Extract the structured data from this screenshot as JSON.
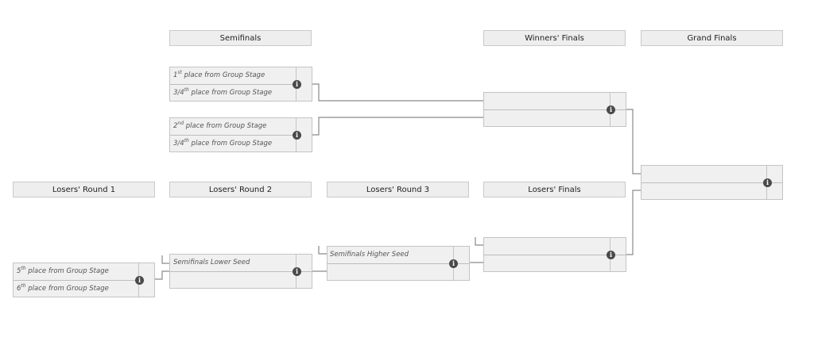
{
  "headers": {
    "semifinals": "Semifinals",
    "winners_finals": "Winners' Finals",
    "grand_finals": "Grand Finals",
    "losers_round_1": "Losers' Round 1",
    "losers_round_2": "Losers' Round 2",
    "losers_round_3": "Losers' Round 3",
    "losers_finals": "Losers' Finals"
  },
  "matches": {
    "semi_1": {
      "slot1_ord": "1",
      "slot1_sup": "st",
      "slot1_text": " place from Group Stage",
      "slot2_ord": "3/4",
      "slot2_sup": "th",
      "slot2_text": " place from Group Stage"
    },
    "semi_2": {
      "slot1_ord": "2",
      "slot1_sup": "nd",
      "slot1_text": " place from Group Stage",
      "slot2_ord": "3/4",
      "slot2_sup": "th",
      "slot2_text": " place from Group Stage"
    },
    "lr1": {
      "slot1_ord": "5",
      "slot1_sup": "th",
      "slot1_text": " place from Group Stage",
      "slot2_ord": "6",
      "slot2_sup": "th",
      "slot2_text": " place from Group Stage"
    },
    "lr2_note": "Semifinals Lower Seed",
    "lr3_note": "Semifinals Higher Seed"
  },
  "icons": {
    "info": "info-icon"
  },
  "info_glyph": "i"
}
